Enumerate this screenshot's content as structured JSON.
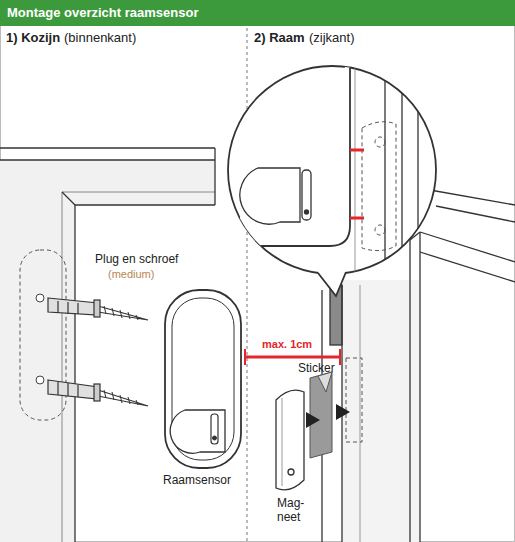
{
  "diagram": {
    "title": "Montage overzicht raamsensor",
    "labels": [
      "1) Kozijn",
      "(binnenkant)",
      "2) Raam",
      "(zijkant)",
      "Plug en schroef",
      "(medium)",
      "Raamsensor",
      "max. 1cm",
      "Sticker",
      "Mag- neet"
    ]
  }
}
